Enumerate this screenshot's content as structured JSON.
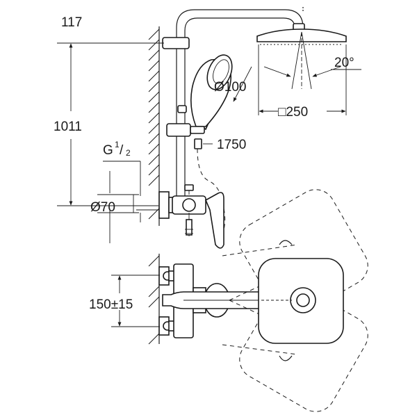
{
  "dimensions": {
    "top_offset": "117",
    "total_height": "1011",
    "thread": "G",
    "thread_num": "1",
    "thread_den": "2",
    "escutcheon": "Ø70",
    "handshower": "Ø100",
    "hose": "1750",
    "angle": "20°",
    "head_size": "□250",
    "centers": "150±15"
  }
}
